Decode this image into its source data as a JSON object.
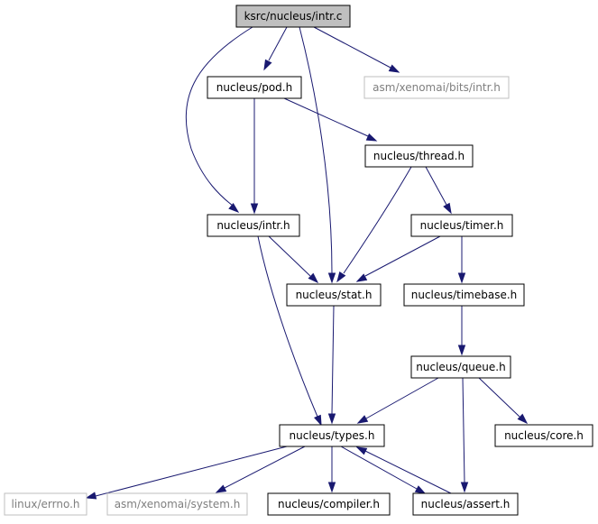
{
  "colors": {
    "edge": "#191970",
    "root_fill": "#bfbfbf",
    "node_fill": "#ffffff",
    "node_border": "#000000",
    "external_border": "#bfbfbf",
    "external_text": "#7f7f7f",
    "text": "#000000"
  },
  "nodes": {
    "intr_c": {
      "label": "ksrc/nucleus/intr.c",
      "kind": "root"
    },
    "pod_h": {
      "label": "nucleus/pod.h",
      "kind": "header"
    },
    "bits_intr_h": {
      "label": "asm/xenomai/bits/intr.h",
      "kind": "external"
    },
    "thread_h": {
      "label": "nucleus/thread.h",
      "kind": "header"
    },
    "intr_h": {
      "label": "nucleus/intr.h",
      "kind": "header"
    },
    "timer_h": {
      "label": "nucleus/timer.h",
      "kind": "header"
    },
    "stat_h": {
      "label": "nucleus/stat.h",
      "kind": "header"
    },
    "timebase_h": {
      "label": "nucleus/timebase.h",
      "kind": "header"
    },
    "queue_h": {
      "label": "nucleus/queue.h",
      "kind": "header"
    },
    "types_h": {
      "label": "nucleus/types.h",
      "kind": "header"
    },
    "core_h": {
      "label": "nucleus/core.h",
      "kind": "header"
    },
    "errno_h": {
      "label": "linux/errno.h",
      "kind": "external"
    },
    "system_h": {
      "label": "asm/xenomai/system.h",
      "kind": "external"
    },
    "compiler_h": {
      "label": "nucleus/compiler.h",
      "kind": "header"
    },
    "assert_h": {
      "label": "nucleus/assert.h",
      "kind": "header"
    }
  },
  "edges": [
    {
      "from": "intr_c",
      "to": "pod_h"
    },
    {
      "from": "intr_c",
      "to": "intr_h"
    },
    {
      "from": "intr_c",
      "to": "stat_h"
    },
    {
      "from": "intr_c",
      "to": "bits_intr_h"
    },
    {
      "from": "pod_h",
      "to": "intr_h"
    },
    {
      "from": "pod_h",
      "to": "thread_h"
    },
    {
      "from": "thread_h",
      "to": "stat_h"
    },
    {
      "from": "thread_h",
      "to": "timer_h"
    },
    {
      "from": "intr_h",
      "to": "stat_h"
    },
    {
      "from": "intr_h",
      "to": "types_h"
    },
    {
      "from": "timer_h",
      "to": "stat_h"
    },
    {
      "from": "timer_h",
      "to": "timebase_h"
    },
    {
      "from": "stat_h",
      "to": "types_h"
    },
    {
      "from": "timebase_h",
      "to": "queue_h"
    },
    {
      "from": "queue_h",
      "to": "types_h"
    },
    {
      "from": "queue_h",
      "to": "core_h"
    },
    {
      "from": "queue_h",
      "to": "assert_h"
    },
    {
      "from": "types_h",
      "to": "errno_h"
    },
    {
      "from": "types_h",
      "to": "system_h"
    },
    {
      "from": "types_h",
      "to": "compiler_h"
    },
    {
      "from": "types_h",
      "to": "assert_h"
    },
    {
      "from": "assert_h",
      "to": "types_h"
    }
  ]
}
